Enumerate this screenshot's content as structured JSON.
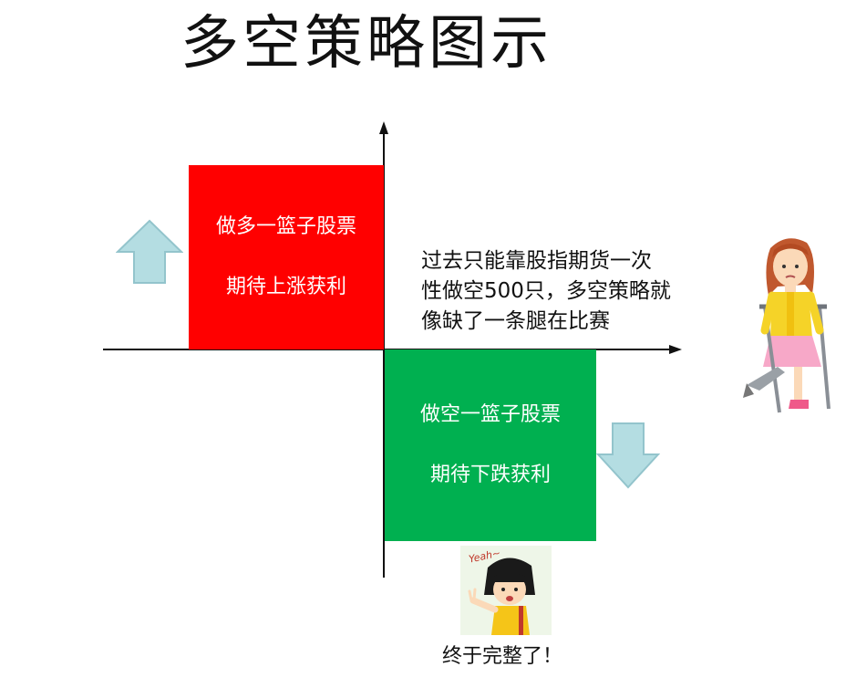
{
  "title": "多空策略图示",
  "colors": {
    "long_box": "#ff0000",
    "short_box": "#00b050",
    "arrow_fill": "#b4dde2",
    "arrow_stroke": "#93c4cc",
    "axis": "#111111"
  },
  "long_box": {
    "line1": "做多一篮子股票",
    "line2": "期待上涨获利"
  },
  "short_box": {
    "line1": "做空一篮子股票",
    "line2": "期待下跌获利"
  },
  "note": {
    "line1": "过去只能靠股指期货一次",
    "line2": "性做空500只，多空策略就",
    "line3": "像缺了一条腿在比赛"
  },
  "images": {
    "crutch_girl": "cartoon girl on crutches with leg cast",
    "maruko": "cartoon girl waving with Yeah~ bubble"
  },
  "yeah_text": "Yeah~",
  "caption": "终于完整了！"
}
